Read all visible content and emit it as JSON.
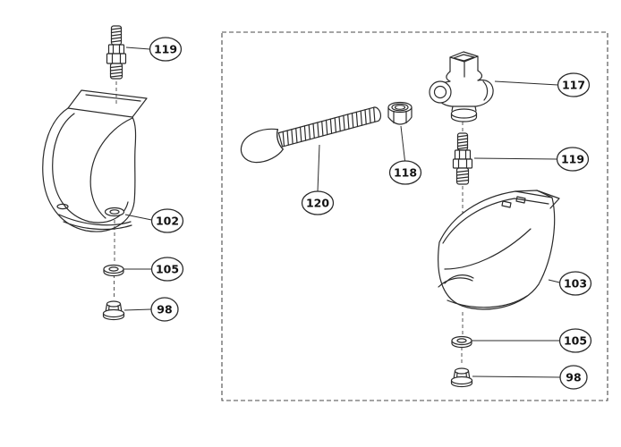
{
  "diagram": {
    "type": "exploded-parts-diagram",
    "background_color": "#ffffff",
    "line_color": "#2b2b2b",
    "callouts": [
      {
        "id": "left-119",
        "label": "119"
      },
      {
        "id": "left-102",
        "label": "102"
      },
      {
        "id": "left-105",
        "label": "105"
      },
      {
        "id": "left-98",
        "label": "98"
      },
      {
        "id": "right-117",
        "label": "117"
      },
      {
        "id": "right-118",
        "label": "118"
      },
      {
        "id": "right-119",
        "label": "119"
      },
      {
        "id": "right-120",
        "label": "120"
      },
      {
        "id": "right-103",
        "label": "103"
      },
      {
        "id": "right-105",
        "label": "105"
      },
      {
        "id": "right-98",
        "label": "98"
      }
    ]
  }
}
